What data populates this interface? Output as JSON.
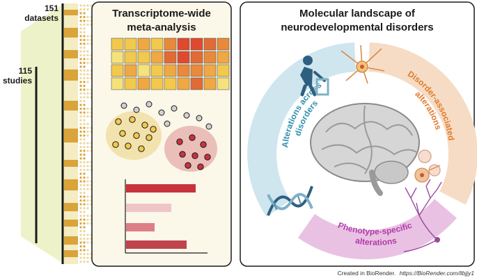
{
  "left_panel": {
    "datasets_count": "151",
    "datasets_label": "datasets",
    "studies_count": "115",
    "studies_label": "studies"
  },
  "meta_panel": {
    "title_line1": "Transcriptome-wide",
    "title_line2": "meta-analysis"
  },
  "landscape_panel": {
    "title_line1": "Molecular landscape of",
    "title_line2": "neurodevelopmental disorders",
    "arc_left_line1": "Alterations across",
    "arc_left_line2": "disorders",
    "arc_right_line1": "Disorder-associated",
    "arc_right_line2": "alterations",
    "arc_bottom_line1": "Phenotype-specific",
    "arc_bottom_line2": "alterations"
  },
  "credit": {
    "text": "Created in BioRender.",
    "url": "https://BioRender.com/llbjjy1"
  },
  "colors": {
    "bar_gold": "#d9a43a",
    "panel_bg": "#fbf8e9",
    "arc_blue": "#cfe6ef",
    "arc_orange": "#f6dcc4",
    "arc_purple": "#e9c2e3",
    "text_orange": "#e07b2c",
    "text_purple": "#b03aa8",
    "text_blue": "#2f8fb0"
  },
  "icons": [
    "walker-person-icon",
    "neuron-icon",
    "brain-icon",
    "dna-icon",
    "purkinje-neuron-icon",
    "cell-cluster-icon"
  ]
}
